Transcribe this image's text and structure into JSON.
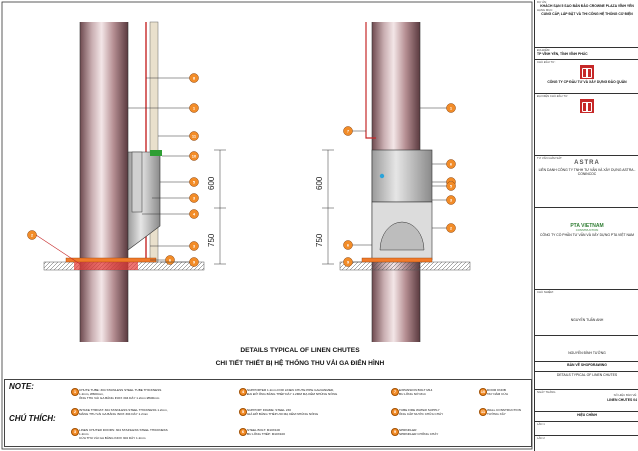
{
  "titles": {
    "en": "DETAILS TYPICAL OF LINEN CHUTES",
    "vi": "CHI TIẾT THIẾT BỊ HỆ THỐNG THU VẢI GA ĐIỂN HÌNH"
  },
  "dims": {
    "left_upper": "600",
    "left_lower": "750",
    "right_upper": "600",
    "right_lower": "750"
  },
  "left_tags": [
    "8",
    "1",
    "11",
    "10",
    "5",
    "3",
    "4",
    "2",
    "3",
    "6",
    "9"
  ],
  "right_tags": [
    "7",
    "1",
    "6",
    "9",
    "5",
    "3",
    "2",
    "6",
    "9"
  ],
  "notes": {
    "note_label": "NOTE:",
    "legend_label": "CHÚ THÍCH:",
    "items": [
      {
        "num": "1",
        "en": "CHUTE TUBE: 304 STAINLESS STEEL TUBE THICKNESS 1.2mm, Ø600mm,",
        "vi": "ỐNG THU VẢI GA BẰNG INOX 304 DÀY 1.2mm Ø600mm"
      },
      {
        "num": "2",
        "en": "INTAKE THROAT: 304 STAINLESS STEEL THICKNESS 1.2mm,",
        "vi": "MĂNG THU VẢI GA BẰNG INOX 304 DÀY 1.2mm"
      },
      {
        "num": "3",
        "en": "LINEN CHUTER DOORS: 304 STAINLESS STEEL THICKNESS 1.2mm",
        "vi": "CỬA THU VẢI GA BẰNG INOX 304 DÀY 1.2mm"
      },
      {
        "num": "4",
        "en": "SUPPORTER 1.2mm FOR LINEN CHUTE PIPE GALVANIZED,",
        "vi": "ĐAI ĐỠ ỐNG BẰNG THÉP DÀY 1.2MM MẠ KẼM NHÚNG NÓNG"
      },
      {
        "num": "5",
        "en": "SUPPORT FRAME: STEEL L50",
        "vi": "GIÁ ĐỠ BẰNG THÉP L50 MẠ KẼM NHÚNG NÓNG"
      },
      {
        "num": "6",
        "en": "STEEL BOLT: M10X100",
        "vi": "BU LÔNG THÉP: M10X100"
      },
      {
        "num": "7",
        "en": "EXPANSION BOLT M14",
        "vi": "BU LÔNG NỞ M14"
      },
      {
        "num": "8",
        "en": "TUBE FIRE WATER SUPPLY",
        "vi": "ỐNG CẤP NƯỚC CHỮA CHÁY"
      },
      {
        "num": "9",
        "en": "SPRINKLER",
        "vi": "SPRINKLER CHỐNG CHÁY"
      },
      {
        "num": "10",
        "en": "DOOR KNOB",
        "vi": "TAY NẮM CỬA"
      },
      {
        "num": "11",
        "en": "WALL CONSTRUCTION",
        "vi": "TƯỜNG XÂY"
      }
    ]
  },
  "title_block": {
    "project_label": "DỰ ÁN:",
    "project": "KHÁCH SẠN 5 SAO BẢN ĐẢO CROWNE PLAZA VĨNH YÊN",
    "item_label": "HẠNG MỤC:",
    "item": "CUNG CẤP, LẮP ĐẶT VÀ THI CÔNG HỆ THỐNG CƠ ĐIỆN",
    "location_label": "ĐỊA ĐIỂM:",
    "location": "TP VĨNH YÊN, TỈNH VĨNH PHÚC",
    "owner_label": "CHỦ ĐẦU TƯ:",
    "owner": "CÔNG TY CP ĐẦU TƯ VÀ XÂY DỰNG ĐẢO QUÂN",
    "owner_rep_label": "ĐẠI DIỆN CHỦ ĐẦU TƯ:",
    "consultant_label": "TƯ VẤN GIÁM SÁT:",
    "consultant_logo": "ASTRA",
    "consultant": "LIÊN DANH CÔNG TY TNHH TƯ VẤN VÀ XÂY DỰNG ASTRA - CONINCOC",
    "contractor_logo": "PTA VIETNAM",
    "contractor_sub": "CONSTRUCTION",
    "contractor": "CÔNG TY CỔ PHẦN TƯ VẤN VÀ XÂY DỰNG PTA VIỆT NAM",
    "director_label": "CHỦ NHIỆM:",
    "person1": "NGUYỄN TUẤN ANH",
    "person2": "NGUYỄN ĐÌNH TƯỞNG",
    "drawing_type": "BẢN VẼ SHOPDRAWING",
    "drawing_title": "DETAILS TYPICAL OF LINEN CHUTES",
    "drawing_no_label": "SỐ HIỆU BẢN VẼ:",
    "drawing_no": "LINEN CHUTES 04",
    "revision_label": "HIỆU CHỈNH",
    "rev1": "LẦN 1",
    "rev2": "LẦN 2",
    "date_label": "NGÀY THÁNG"
  }
}
